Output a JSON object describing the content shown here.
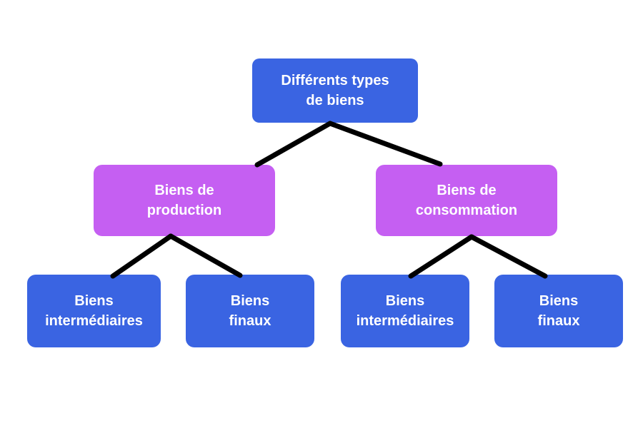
{
  "colors": {
    "background": "#FFFFFF",
    "node_blue": "#3A64E2",
    "node_purple": "#C55FF2",
    "edge_black": "#000000",
    "text_white": "#FFFFFF"
  },
  "nodes": {
    "root": {
      "label": "Différents types de biens",
      "lines": [
        "Différents types",
        "de biens"
      ],
      "color": "#3A64E2"
    },
    "production": {
      "label": "Biens de production",
      "lines": [
        "Biens de",
        "production"
      ],
      "color": "#C55FF2"
    },
    "consommation": {
      "label": "Biens de consommation",
      "lines": [
        "Biens de",
        "consommation"
      ],
      "color": "#C55FF2"
    },
    "production_intermediaires": {
      "label": "Biens intermédiaires",
      "lines": [
        "Biens",
        "intermédiaires"
      ],
      "color": "#3A64E2"
    },
    "production_finaux": {
      "label": "Biens finaux",
      "lines": [
        "Biens",
        "finaux"
      ],
      "color": "#3A64E2"
    },
    "consommation_intermediaires": {
      "label": "Biens intermédiaires",
      "lines": [
        "Biens",
        "intermédiaires"
      ],
      "color": "#3A64E2"
    },
    "consommation_finaux": {
      "label": "Biens finaux",
      "lines": [
        "Biens",
        "finaux"
      ],
      "color": "#3A64E2"
    }
  },
  "edges": [
    {
      "from": "Différents types de biens",
      "to": "Biens de production"
    },
    {
      "from": "Différents types de biens",
      "to": "Biens de consommation"
    },
    {
      "from": "Biens de production",
      "to": "Biens intermédiaires"
    },
    {
      "from": "Biens de production",
      "to": "Biens finaux"
    },
    {
      "from": "Biens de consommation",
      "to": "Biens intermédiaires"
    },
    {
      "from": "Biens de consommation",
      "to": "Biens finaux"
    }
  ]
}
